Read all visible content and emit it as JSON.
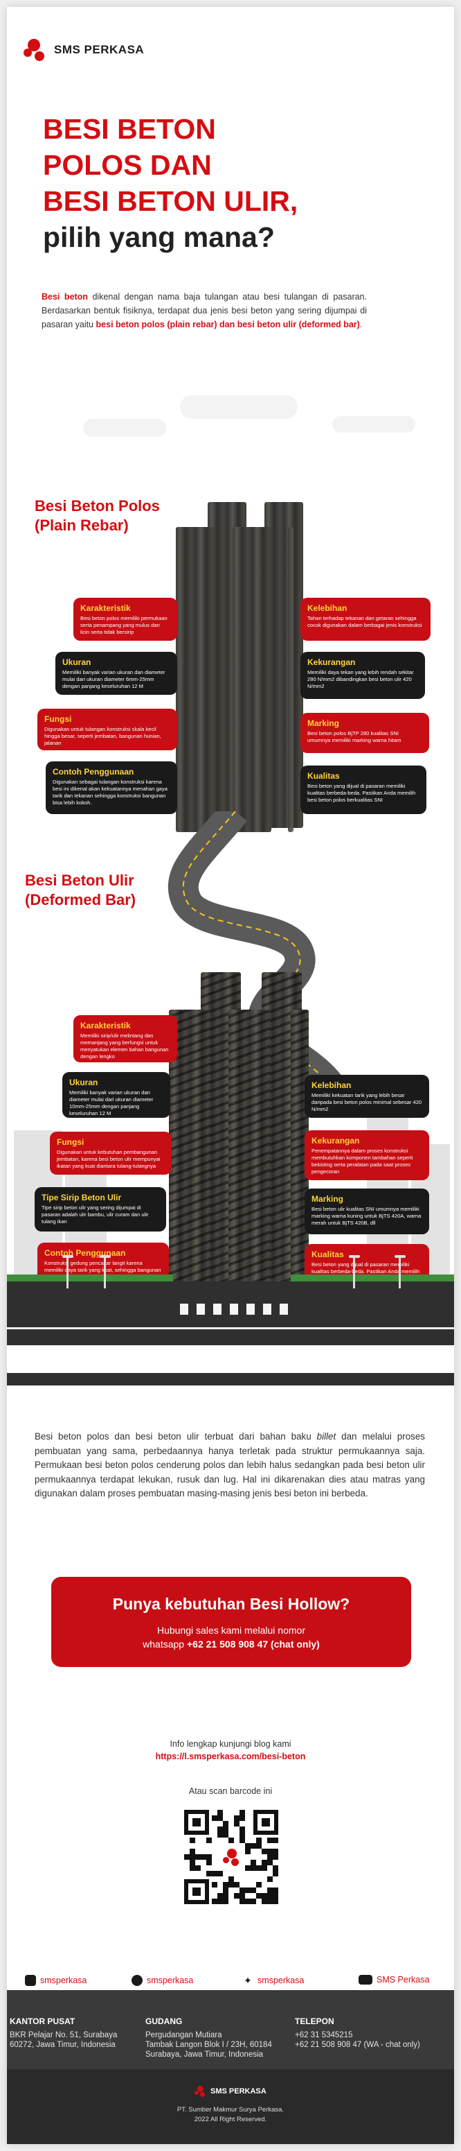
{
  "brand": {
    "name": "SMS PERKASA",
    "accent": "#d40d12",
    "dark": "#1a1a1a"
  },
  "title": {
    "line1": "BESI BETON",
    "line2": "POLOS DAN",
    "line3": "BESI BETON ULIR,",
    "line4": "pilih yang mana?"
  },
  "intro": {
    "lead": "Besi beton",
    "text1": " dikenal dengan nama baja tulangan atau besi tulangan di pasaran. Berdasarkan bentuk fisiknya, terdapat dua jenis besi beton yang sering dijumpai di pasaran yaitu ",
    "highlight": "besi beton polos (plain rebar) dan besi beton ulir (deformed bar)",
    "end": "."
  },
  "polos": {
    "title1": "Besi Beton Polos",
    "title2": "(Plain Rebar)",
    "left": [
      {
        "h": "Karakteristik",
        "b": "Besi beton polos memiliki permukaan serta penampang yang mulus dan licin serta tidak bersirip"
      },
      {
        "h": "Ukuran",
        "b": "Memiliki banyak varian ukuran dan diameter mulai dari ukuran diameter 6mm-25mm dengan panjang keseluruhan 12 M"
      },
      {
        "h": "Fungsi",
        "b": "Digunakan untuk tulangan konstruksi skala kecil hingga besar, seperti jembatan, bangunan hunian, jalanan"
      },
      {
        "h": "Contoh Penggunaan",
        "b": "Digunakan sebagai tulangan konstruksi karena besi ini dikenal akan kekuatannya menahan gaya tarik dan tekanan sehingga konstruksi bangunan bisa lebih kokoh."
      }
    ],
    "right": [
      {
        "h": "Kelebihan",
        "b": "Tahan terhadap tekanan dan getaran sehingga cocok digunakan dalam berbagai jenis konstruksi"
      },
      {
        "h": "Kekurangan",
        "b": "Memiliki daya tekan yang lebih rendah sekitar 280 N/mm2 dibandingkan besi beton ulir 420 N/mm2"
      },
      {
        "h": "Marking",
        "b": "Besi beton polos BjTP 280 kualitas SNI umumnya memiliki marking warna hitam"
      },
      {
        "h": "Kualitas",
        "b": "Besi beton yang dijual di pasaran memiliki kualitas berbeda-beda. Pastikan Anda memilih besi beton polos berkualitas SNI"
      }
    ]
  },
  "ulir": {
    "title1": "Besi Beton Ulir",
    "title2": "(Deformed Bar)",
    "left": [
      {
        "h": "Karakteristik",
        "b": "Memiliki sirip/ulir melintang dan memanjang yang berfungsi untuk menyatukan elemen bahan bangunan dengan lengko"
      },
      {
        "h": "Ukuran",
        "b": "Memiliki banyak varian ukuran dan diameter mulai dari ukuran diameter 10mm-25mm dengan panjang keseluruhan 12 M"
      },
      {
        "h": "Fungsi",
        "b": "Digunakan untuk kebutuhan pembangunan jembatan, karena besi beton ulir mempunyai ikatan yang kuat diantara tulang-tulangnya"
      },
      {
        "h": "Tipe Sirip Beton Ulir",
        "b": "Tipe sirip beton ulir yang sering dijumpai di pasaran adalah ulir bambu, ulir curam dan ulir tulang ikan"
      },
      {
        "h": "Contoh Penggunaan",
        "b": "Konstruksi gedung pencakar langit karena memiliki daya tarik yang kuat, sehingga bangunan bisa lebih kuat dan berdiri kokoh"
      }
    ],
    "right": [
      {
        "h": "Kelebihan",
        "b": "Memiliki kekuatan tarik yang lebih besar daripada besi beton polos minimal sebesar 420 N/mm2"
      },
      {
        "h": "Kekurangan",
        "b": "Penempatannya dalam proses konstruksi membutuhkan komponen tambahan seperti bekisting serta peralatan pada saat proses pengecoran"
      },
      {
        "h": "Marking",
        "b": "Besi beton ulir kualitas SNI umumnya memiliki marking warna kuning untuk BjTS 420A, warna merah untuk BjTS 420B, dll"
      },
      {
        "h": "Kualitas",
        "b": "Besi beton yang dijual di pasaran memiliki kualitas berbeda-beda. Pastikan Anda memilih besi beton ulir berkualitas SNI"
      }
    ]
  },
  "body": {
    "p1": "Besi beton polos dan besi beton ulir terbuat dari bahan baku ",
    "italic": "billet",
    "p2": " dan melalui proses pembuatan yang sama, perbedaannya hanya terletak pada struktur permukaannya saja. Permukaan besi beton polos cenderung polos dan lebih halus sedangkan pada besi beton ulir permukaannya terdapat lekukan, rusuk dan lug. Hal ini dikarenakan dies atau matras yang digunakan dalam proses pembuatan masing-masing jenis besi beton ini berbeda."
  },
  "cta": {
    "heading": "Punya kebutuhan Besi Hollow?",
    "line1": "Hubungi sales kami melalui nomor",
    "line2_prefix": "whatsapp ",
    "line2_bold": "+62 21 508 908 47 (chat only)"
  },
  "info": {
    "label": "Info lengkap kunjungi blog kami",
    "link": "https://l.smsperkasa.com/besi-beton",
    "scan": "Atau scan barcode ini"
  },
  "social": [
    {
      "icon": "instagram-icon",
      "label": "smsperkasa"
    },
    {
      "icon": "facebook-icon",
      "label": "smsperkasa"
    },
    {
      "icon": "twitter-icon",
      "label": "smsperkasa"
    },
    {
      "icon": "youtube-icon",
      "label": "SMS Perkasa"
    }
  ],
  "footer": {
    "office_h": "KANTOR PUSAT",
    "office_1": "BKR Pelajar No. 51, Surabaya",
    "office_2": "60272, Jawa Timur, Indonesia",
    "warehouse_h": "GUDANG",
    "warehouse_1": "Pergudangan Mutiara",
    "warehouse_2": "Tambak Langon Blok I / 23H, 60184",
    "warehouse_3": "Surabaya, Jawa Timur, Indonesia",
    "phone_h": "TELEPON",
    "phone_1": "+62 31 5345215",
    "phone_2": "+62 21 508 908 47 (WA - chat only)",
    "logo": "SMS PERKASA",
    "company": "PT. Sumber Makmur Surya Perkasa.",
    "rights": "2022 All Right Reserved."
  }
}
